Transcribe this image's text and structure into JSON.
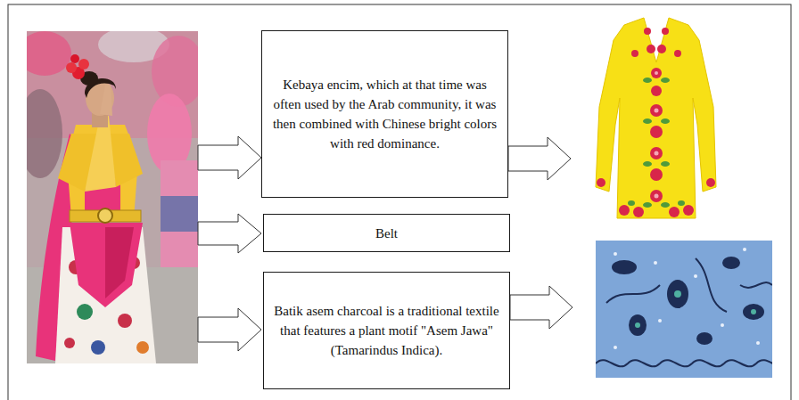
{
  "diagram": {
    "nodes": [
      {
        "text": [
          "Kebaya encim, which at that time was often used by the Arab community, it was then combined with Chinese bright colors with red dominance."
        ]
      },
      {
        "text": [
          "Belt"
        ]
      },
      {
        "text": [
          "Batik asem charcoal is a traditional textile that features a plant motif \"Asem Jawa\" (Tamarindus Indica)."
        ]
      }
    ]
  }
}
